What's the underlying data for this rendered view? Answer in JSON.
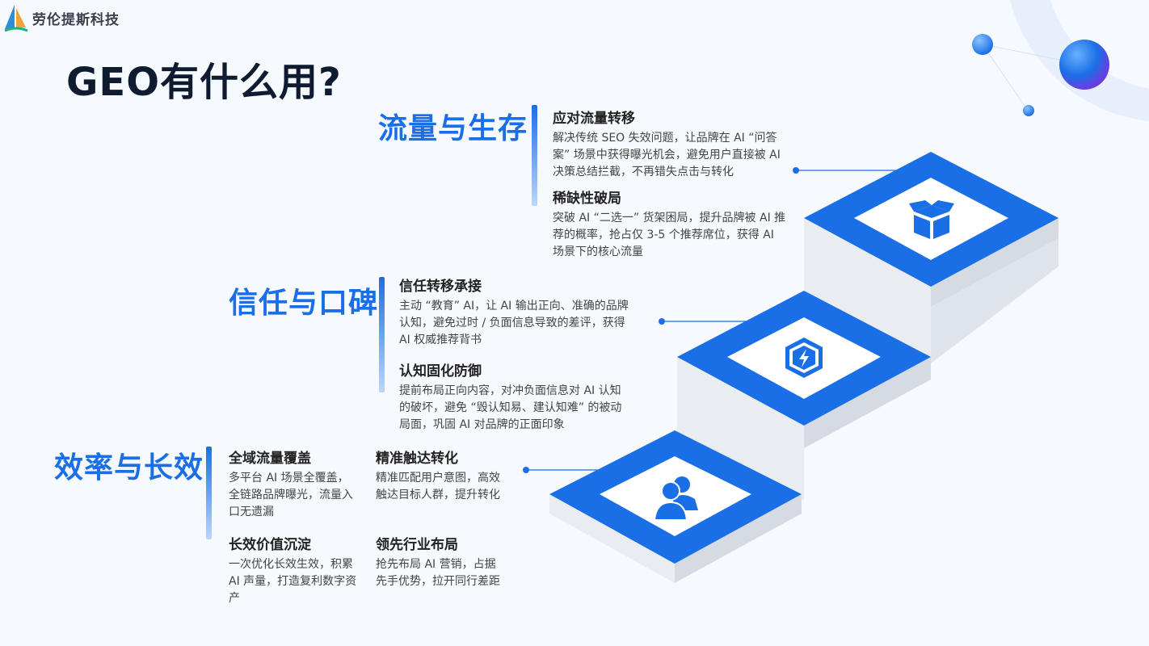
{
  "brand": {
    "name": "劳伦提斯科技",
    "accent": "#1a6fe6",
    "dark": "#0e1b30"
  },
  "page": {
    "title": "GEO有什么用?"
  },
  "sections": [
    {
      "title": "流量与生存",
      "items": [
        {
          "head": "应对流量转移",
          "text": "解决传统 SEO 失效问题，让品牌在 AI “问答案” 场景中获得曝光机会，避免用户直接被 AI 决策总结拦截，不再错失点击与转化"
        },
        {
          "head": "稀缺性破局",
          "text": "突破 AI “二选一” 货架困局，提升品牌被 AI 推荐的概率，抢占仅 3-5 个推荐席位，获得 AI 场景下的核心流量"
        }
      ],
      "icon": "open-box-icon"
    },
    {
      "title": "信任与口碑",
      "items": [
        {
          "head": "信任转移承接",
          "text": "主动 “教育” AI，让 AI 输出正向、准确的品牌认知，避免过时 / 负面信息导致的差评，获得 AI 权威推荐背书"
        },
        {
          "head": "认知固化防御",
          "text": "提前布局正向内容，对冲负面信息对 AI 认知的破坏，避免 “毁认知易、建认知难” 的被动局面，巩固 AI 对品牌的正面印象"
        }
      ],
      "icon": "lightning-shield-icon"
    },
    {
      "title": "效率与长效",
      "items": [
        {
          "head": "全域流量覆盖",
          "text": "多平台 AI 场景全覆盖，全链路品牌曝光，流量入口无遗漏"
        },
        {
          "head": "精准触达转化",
          "text": "精准匹配用户意图，高效触达目标人群，提升转化"
        },
        {
          "head": "长效价值沉淀",
          "text": "一次优化长效生效，积累 AI 声量，打造复利数字资产"
        },
        {
          "head": "领先行业布局",
          "text": "抢先布局 AI 营销，占据先手优势，拉开同行差距"
        }
      ],
      "icon": "users-icon"
    }
  ]
}
